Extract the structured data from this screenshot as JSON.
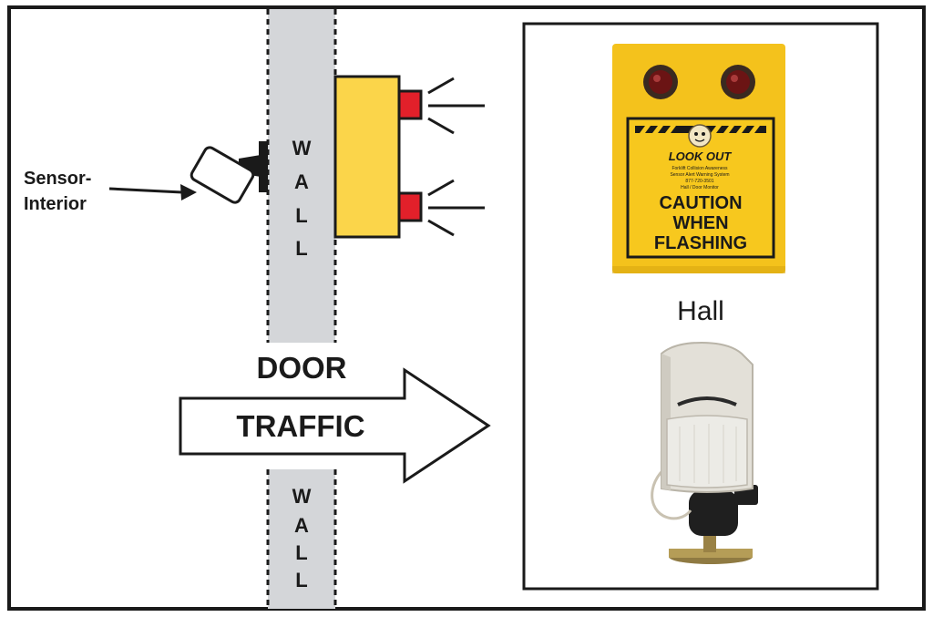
{
  "diagram": {
    "wall_top_letters": [
      "W",
      "A",
      "L",
      "L"
    ],
    "wall_bottom_letters": [
      "W",
      "A",
      "L",
      "L"
    ],
    "door_label": "DOOR",
    "traffic_label": "TRAFFIC",
    "sensor_label_line1": "Sensor-",
    "sensor_label_line2": "Interior"
  },
  "product_panel": {
    "sign": {
      "logo_text": "LOOK OUT",
      "fine_print_1": "Forklift Collision Awareness",
      "fine_print_2": "Sensor Alert Warning System",
      "fine_print_3": "877-720-3501",
      "fine_print_4": "Hall / Door Monitor",
      "caution_line1": "CAUTION",
      "caution_line2": "WHEN",
      "caution_line3": "FLASHING"
    },
    "hall_label": "Hall"
  },
  "colors": {
    "wall_fill": "#d4d6d9",
    "sign_yellow": "#f4c21c",
    "beacon_box_yellow": "#fbd54a",
    "light_red": "#e2202a",
    "outline": "#1a1a1a"
  },
  "icons": {
    "sensor": "motion-sensor-icon",
    "beacon": "warning-light-box-icon"
  }
}
